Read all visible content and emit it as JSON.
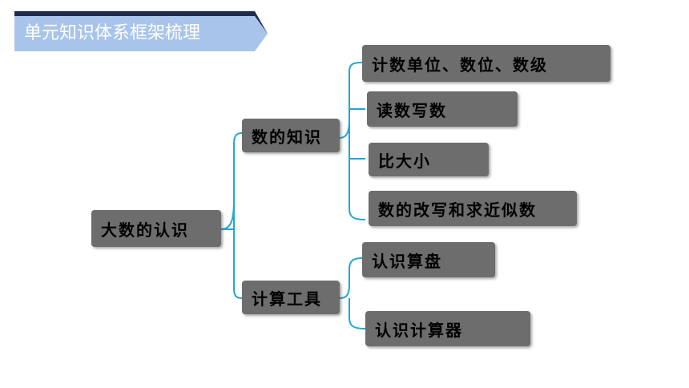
{
  "header": {
    "title": "单元知识体系框架梳理"
  },
  "mindmap": {
    "root": "大数的认识",
    "branches": [
      {
        "label": "数的知识",
        "children": [
          "计数单位、数位、数级",
          "读数写数",
          "比大小",
          "数的改写和求近似数"
        ]
      },
      {
        "label": "计算工具",
        "children": [
          "认识算盘",
          "认识计算器"
        ]
      }
    ]
  },
  "colors": {
    "box": "#6d6d6d",
    "connector": "#1fa6d8",
    "banner": "#a9c4ea",
    "banner_dark": "#1f2a4f"
  }
}
